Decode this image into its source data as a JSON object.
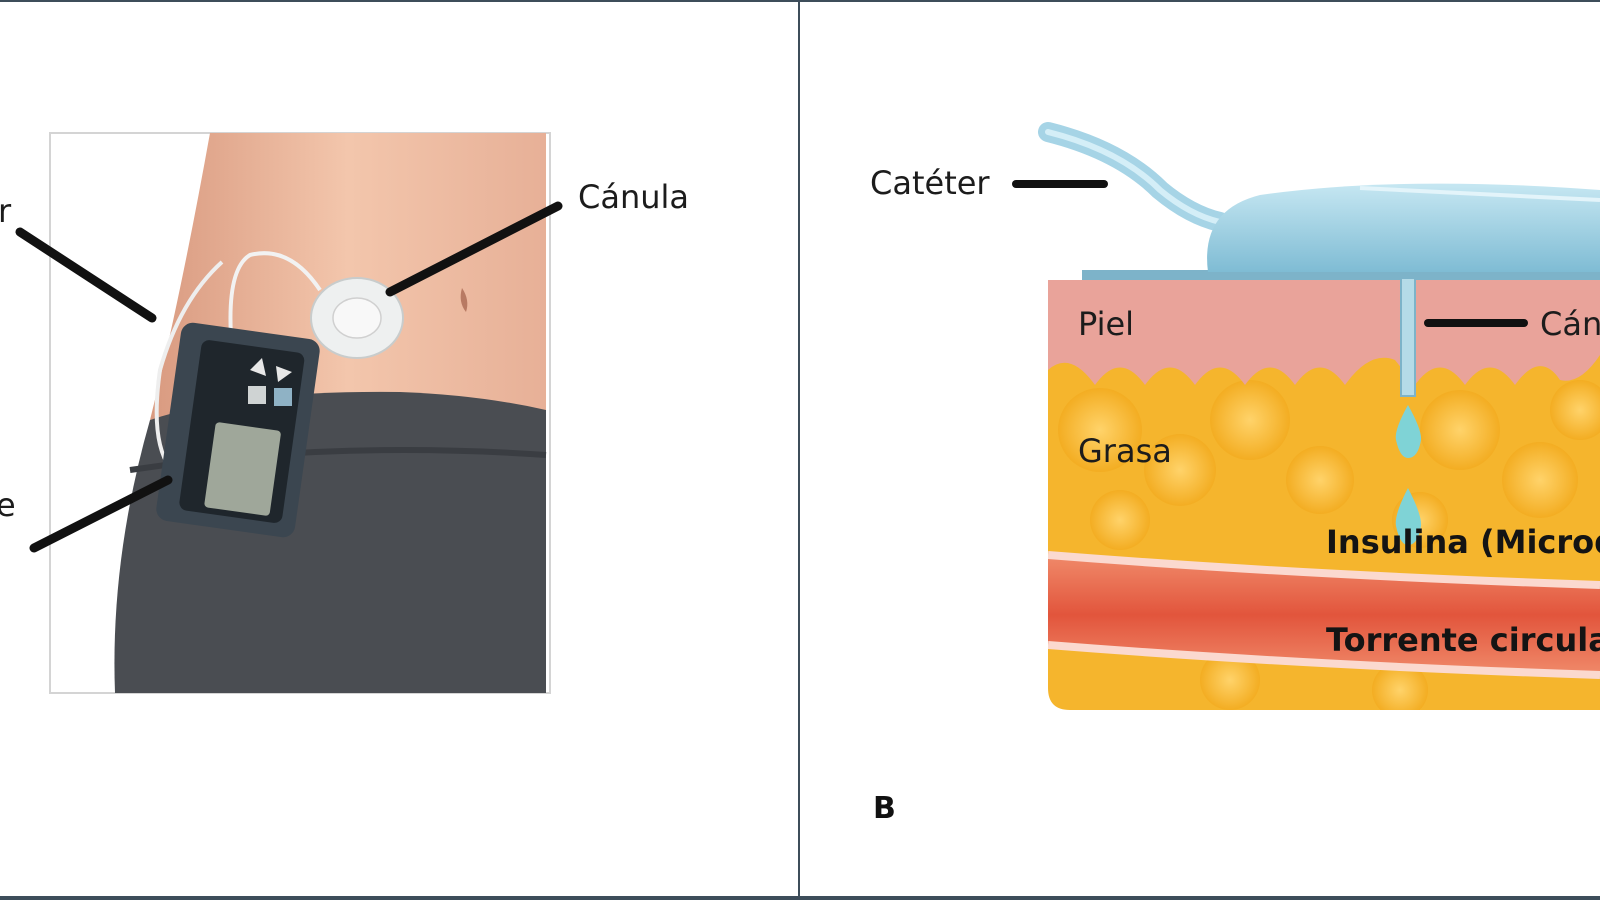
{
  "panel_a": {
    "labels": {
      "left_top_fragment": "r",
      "left_bottom_fragment": "e",
      "canula": "Cánula"
    }
  },
  "panel_b": {
    "panel_letter": "B",
    "labels": {
      "cateter": "Catéter",
      "piel": "Piel",
      "canula_fragment": "Cán",
      "grasa": "Grasa",
      "insulina_fragment": "Insulina (Microd",
      "torrente_fragment": "Torrente circula"
    }
  },
  "colors": {
    "frame": "#3d4d5a",
    "skin_layer": "#e9a39a",
    "fat_layer": "#f5b52d",
    "blood_vessel": "#e8654a",
    "device_blue": "#9fd0e3",
    "pump_body": "#3b4650",
    "pants": "#4a4d52"
  }
}
